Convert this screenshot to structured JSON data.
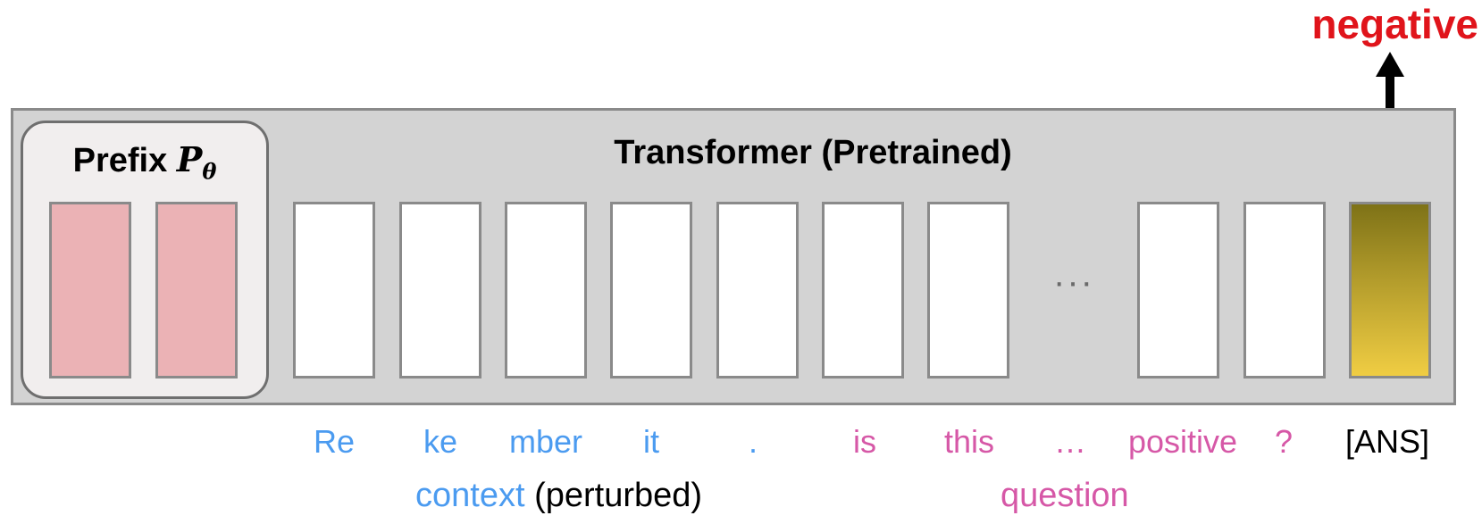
{
  "diagram": {
    "transformer_title": "Transformer (Pretrained)",
    "prefix_title": "Prefix",
    "prefix_symbol": "P",
    "prefix_subscript": "θ",
    "ellipsis_cells": "···",
    "tokens": [
      {
        "text": "Re",
        "group": "context"
      },
      {
        "text": "ke",
        "group": "context"
      },
      {
        "text": "mber",
        "group": "context"
      },
      {
        "text": "it",
        "group": "context"
      },
      {
        "text": ".",
        "group": "context"
      },
      {
        "text": "is",
        "group": "question"
      },
      {
        "text": "this",
        "group": "question"
      },
      {
        "text": "…",
        "group": "question"
      },
      {
        "text": "positive",
        "group": "question"
      },
      {
        "text": "?",
        "group": "question"
      },
      {
        "text": "[ANS]",
        "group": "answer"
      }
    ],
    "context_label": "context",
    "context_qualifier": "(perturbed)",
    "question_label": "question",
    "output": "negative"
  },
  "colors": {
    "context": "#4b9bf0",
    "question": "#d658a7",
    "output": "#e0141b",
    "prefix_cell": "#ebb2b5",
    "transformer_bg": "#d3d3d3"
  }
}
